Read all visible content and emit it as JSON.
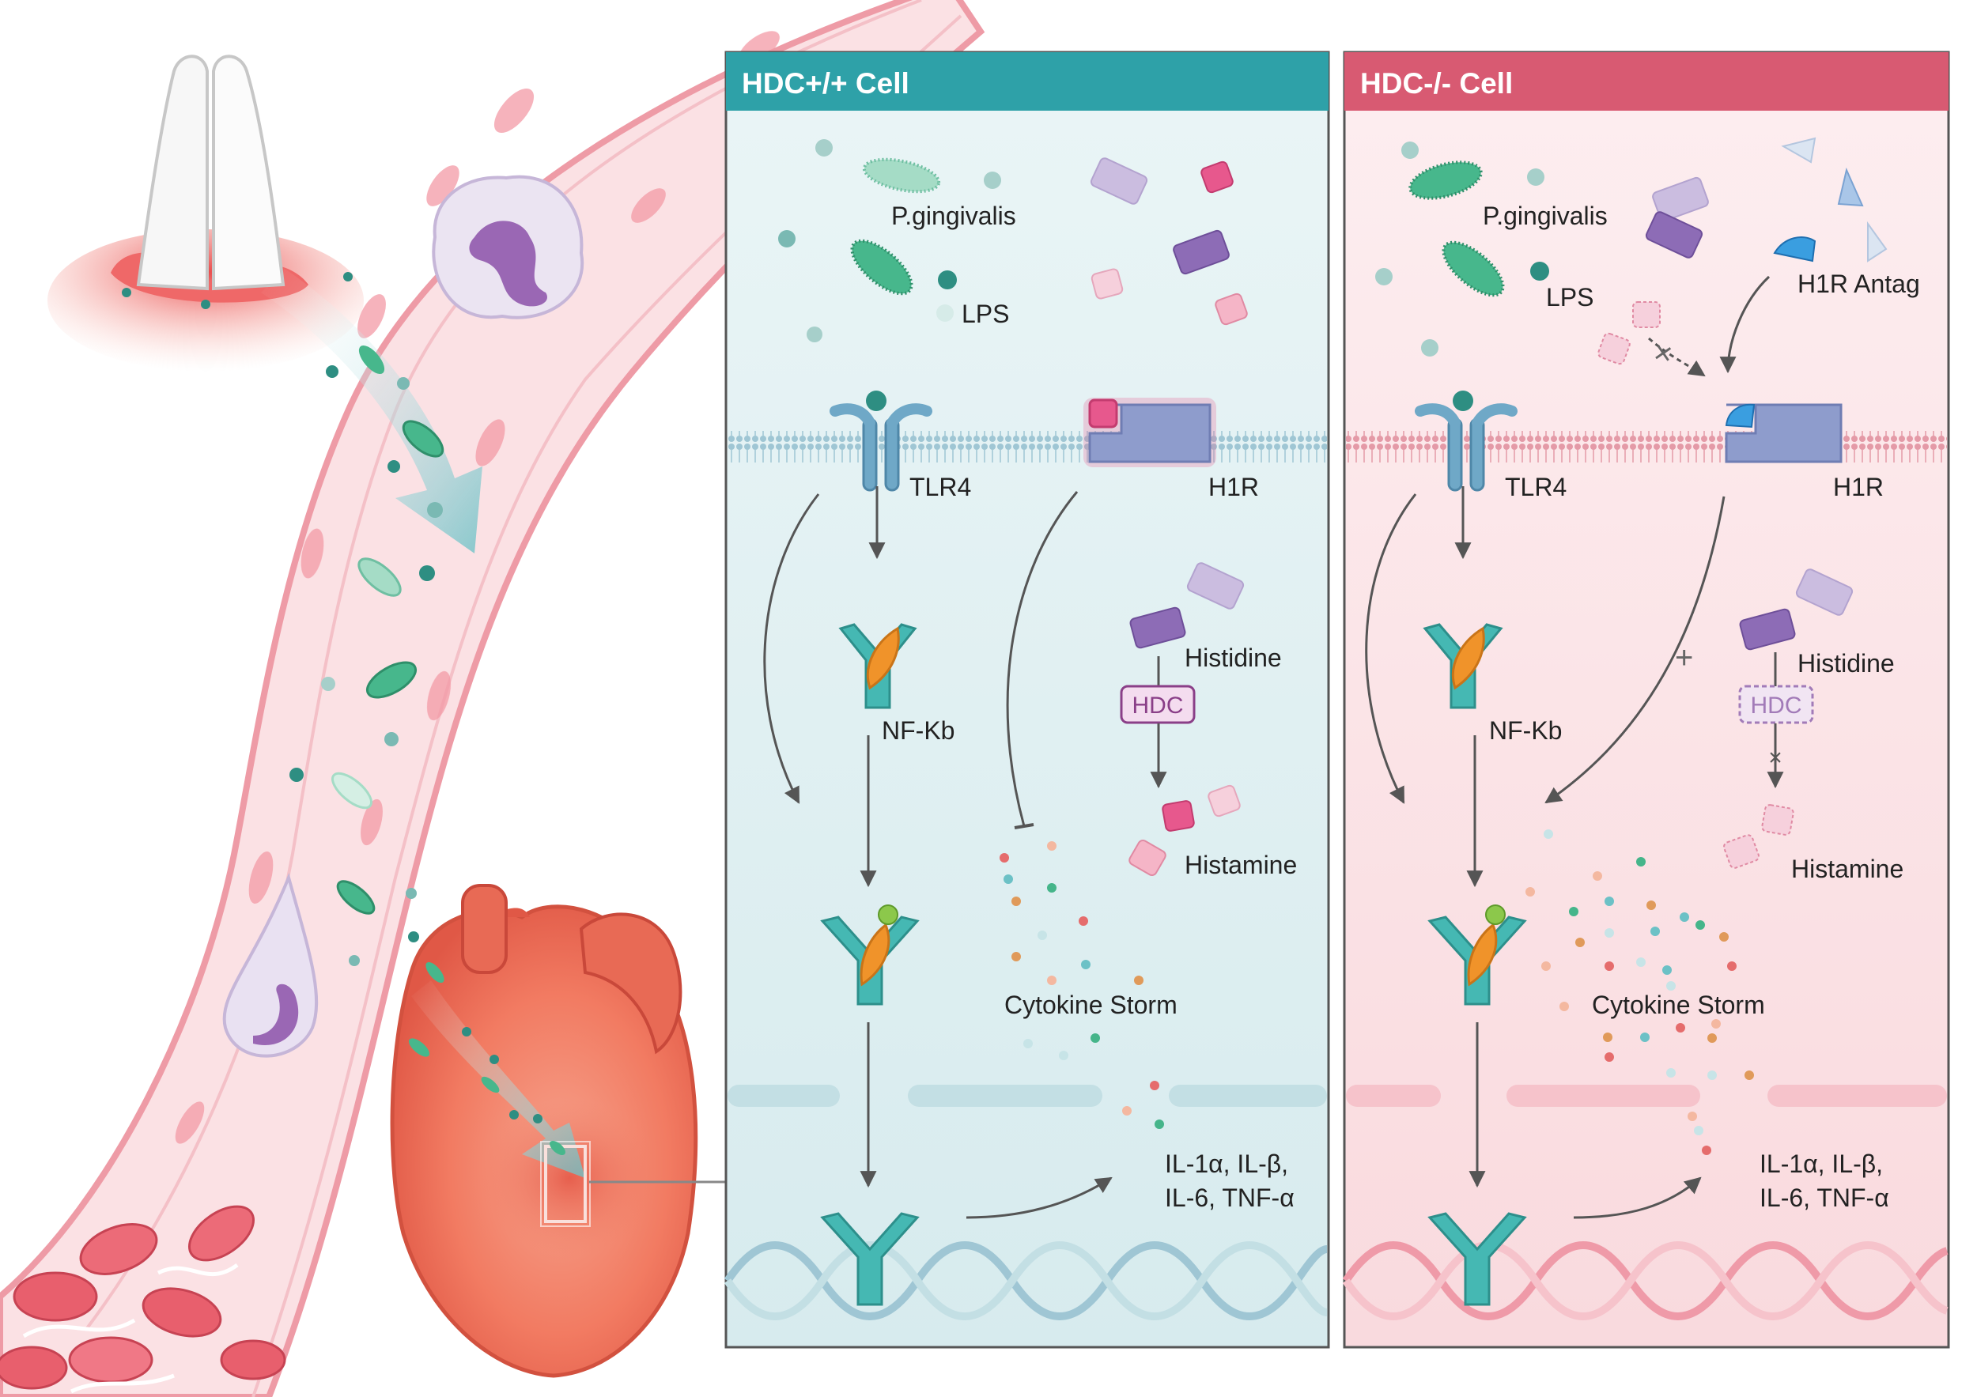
{
  "panels": {
    "wildtype": {
      "header": "HDC+/+ Cell",
      "bacteria_label": "P.gingivalis",
      "lps_label": "LPS",
      "tlr4_label": "TLR4",
      "h1r_label": "H1R",
      "nfkb_label": "NF-Kb",
      "histidine_label": "Histidine",
      "hdc_label": "HDC",
      "histamine_label": "Histamine",
      "storm_label": "Cytokine Storm",
      "cytokines_line1": "IL-1α,  IL-β,",
      "cytokines_line2": "IL-6,  TNF-α",
      "accent_color": "#2ea1a8",
      "tint_color": "#e3f1f3"
    },
    "knockout": {
      "header": "HDC-/- Cell",
      "bacteria_label": "P.gingivalis",
      "lps_label": "LPS",
      "antagonist_label": "H1R Antag",
      "tlr4_label": "TLR4",
      "h1r_label": "H1R",
      "nfkb_label": "NF-Kb",
      "histidine_label": "Histidine",
      "hdc_label": "HDC",
      "histamine_label": "Histamine",
      "storm_label": "Cytokine Storm",
      "cytokines_line1": "IL-1α,  IL-β,",
      "cytokines_line2": "IL-6,  TNF-α",
      "plus_sign": "+",
      "accent_color": "#d85a72",
      "tint_color": "#fbe4e7"
    }
  },
  "colors": {
    "vessel": "#f2b8bf",
    "vessel_inner": "#fbe3e6",
    "bacteria": "#45b58a",
    "receptor": "#6fa8c7",
    "h1r": "#8e9ccc",
    "histamine": "#e0508a",
    "histidine": "#8d6cb6",
    "nfkb": "#45b8b3",
    "nfkb_core": "#f0932a",
    "heart": "#f27b62"
  },
  "icons": [
    "tooth-icon",
    "neutrophil-icon",
    "heart-icon",
    "bacteria-icon",
    "receptor-icon",
    "antibody-icon",
    "dna-icon",
    "red-blood-cell-icon"
  ]
}
